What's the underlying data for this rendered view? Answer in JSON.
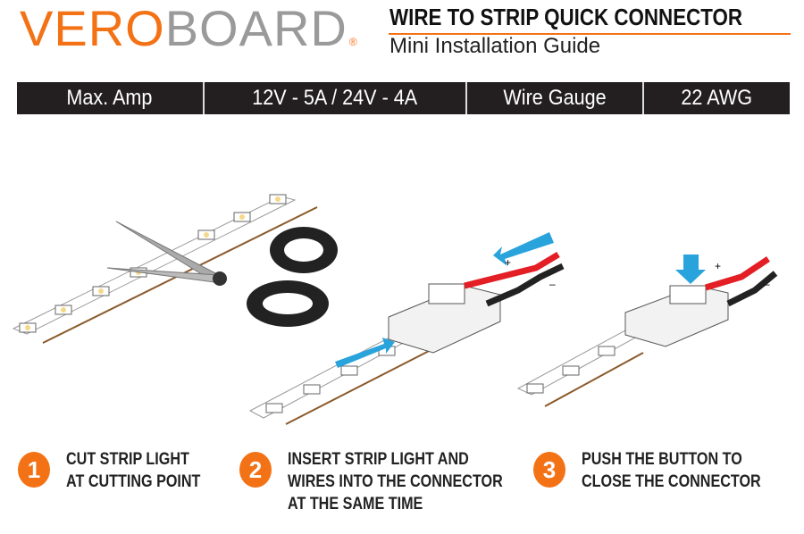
{
  "header": {
    "logo_orange": "VERO",
    "logo_gray": "BOARD",
    "logo_mark": "®",
    "title": "WIRE TO STRIP QUICK CONNECTOR",
    "subtitle": "Mini Installation Guide"
  },
  "specs": [
    "Max. Amp",
    "12V - 5A / 24V - 4A",
    "Wire Gauge",
    "22 AWG"
  ],
  "steps": [
    {
      "number": "1",
      "lines": [
        "CUT STRIP LIGHT",
        "AT CUTTING POINT"
      ]
    },
    {
      "number": "2",
      "lines": [
        "INSERT STRIP LIGHT AND",
        "WIRES INTO THE CONNECTOR",
        "AT THE SAME TIME"
      ]
    },
    {
      "number": "3",
      "lines": [
        "PUSH THE BUTTON TO",
        "CLOSE THE CONNECTOR"
      ]
    }
  ],
  "polarity": {
    "plus": "+",
    "minus": "–"
  },
  "colors": {
    "accent": "#f47216",
    "bar": "#231f20",
    "arrow": "#29a3dc",
    "wire_red": "#e31e24"
  }
}
